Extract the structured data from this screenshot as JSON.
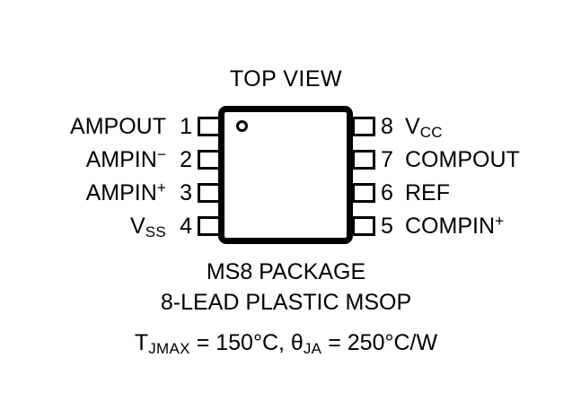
{
  "title": "TOP VIEW",
  "package": {
    "pin1_indicator": "pin1-dot"
  },
  "pins": {
    "left": [
      {
        "num": "1",
        "name": "AMPOUT",
        "sup": ""
      },
      {
        "num": "2",
        "name": "AMPIN",
        "sup": "−"
      },
      {
        "num": "3",
        "name": "AMPIN",
        "sup": "+"
      },
      {
        "num": "4",
        "name": "V",
        "sub": "SS",
        "sup": ""
      }
    ],
    "right": [
      {
        "num": "8",
        "name": "V",
        "sub": "CC",
        "sup": ""
      },
      {
        "num": "7",
        "name": "COMPOUT",
        "sup": ""
      },
      {
        "num": "6",
        "name": "REF",
        "sup": ""
      },
      {
        "num": "5",
        "name": "COMPIN",
        "sup": "+"
      }
    ]
  },
  "caption": {
    "line1": "MS8 PACKAGE",
    "line2": "8-LEAD PLASTIC MSOP",
    "line3": {
      "t_symbol": "T",
      "t_sub": "JMAX",
      "t_value": " = 150°C,",
      "theta_symbol": "θ",
      "theta_sub": "JA",
      "theta_value": " = 250°C/W"
    }
  },
  "colors": {
    "ink": "#000000",
    "background": "#ffffff"
  }
}
